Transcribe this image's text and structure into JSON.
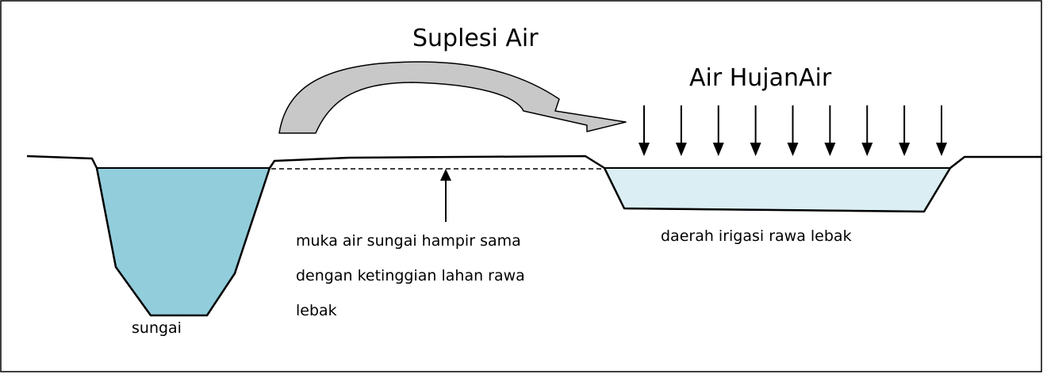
{
  "labels": {
    "suplesi": "Suplesi Air",
    "hujan": "Air HujanAir",
    "sungai": "sungai",
    "note_line1": "muka air sungai hampir sama",
    "note_line2": "dengan ketinggian lahan rawa",
    "note_line3": "lebak",
    "daerah": "daerah irigasi rawa lebak"
  },
  "colors": {
    "river_water": "#92cddc",
    "swamp_water": "#daeef3",
    "transfer_arrow_fill": "#c8c8c8",
    "line": "#000000"
  },
  "icons": {
    "transfer_arrow": "curved-arrow",
    "rain_arrows": "down-arrow"
  },
  "rain_arrow_count": 9
}
